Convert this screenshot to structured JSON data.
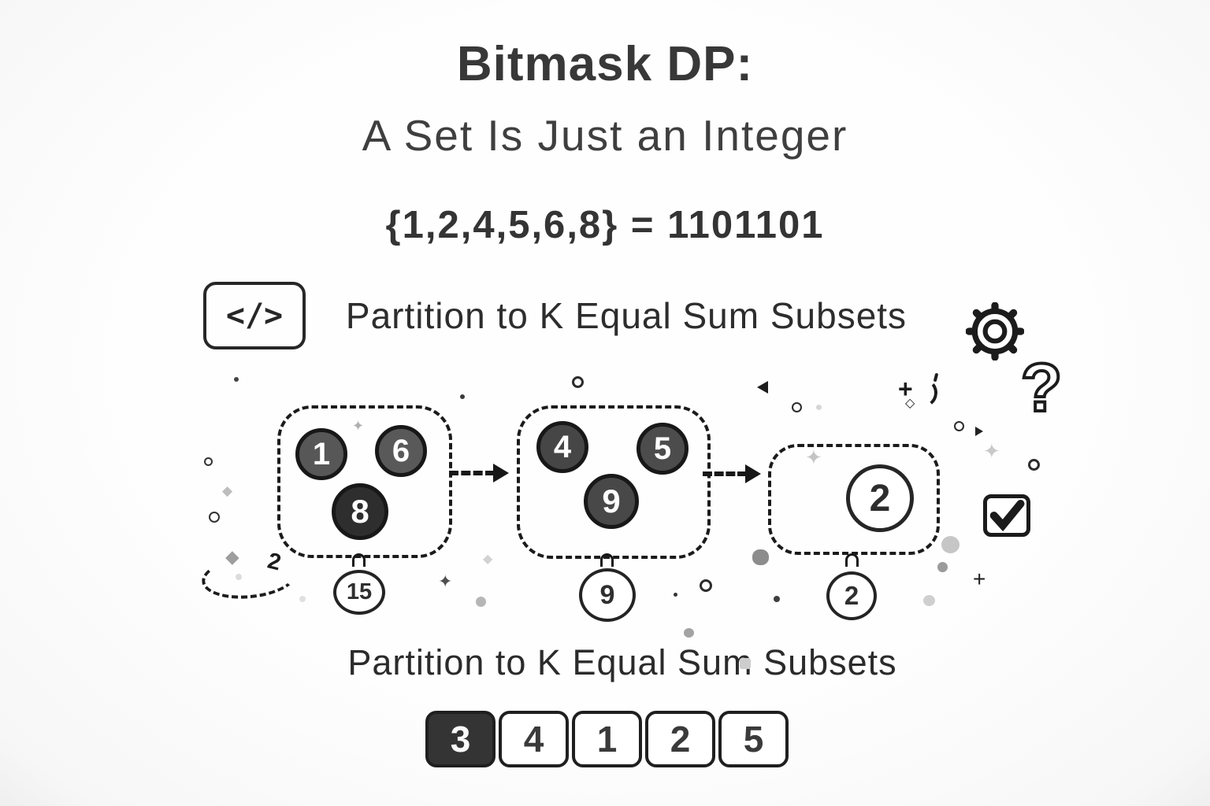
{
  "title": "Bitmask DP:",
  "subtitle": "A Set Is Just an Integer",
  "formula": "{1,2,4,5,6,8} = 1101101",
  "top_section": {
    "heading": "Partition to K Equal Sum Subsets"
  },
  "bottom_section": {
    "heading": "Partition to K Equal Sum Subsets",
    "cells": [
      "3",
      "4",
      "1",
      "2",
      "5"
    ],
    "highlighted_index": 0
  },
  "subsets": [
    {
      "name": "subset-1",
      "circles": [
        "1",
        "6",
        "8"
      ],
      "sum": "15"
    },
    {
      "name": "subset-2",
      "circles": [
        "4",
        "5",
        "9"
      ],
      "sum": "9"
    },
    {
      "name": "subset-3",
      "circles": [
        "2"
      ],
      "sum": "2"
    }
  ],
  "icons": {
    "code": "</>",
    "question_mark": "?",
    "sparkle": "✦",
    "diamond": "◆",
    "diamond_outline": "◇",
    "plus": "+",
    "scribble": "2"
  },
  "colors": {
    "ink": "#1b1b1b",
    "title_text": "#383838",
    "circle_fill_medium": "#565656",
    "circle_fill_dark": "#2e2e2e",
    "highlight_cell": "#343434",
    "background": "#fdfdfd"
  }
}
